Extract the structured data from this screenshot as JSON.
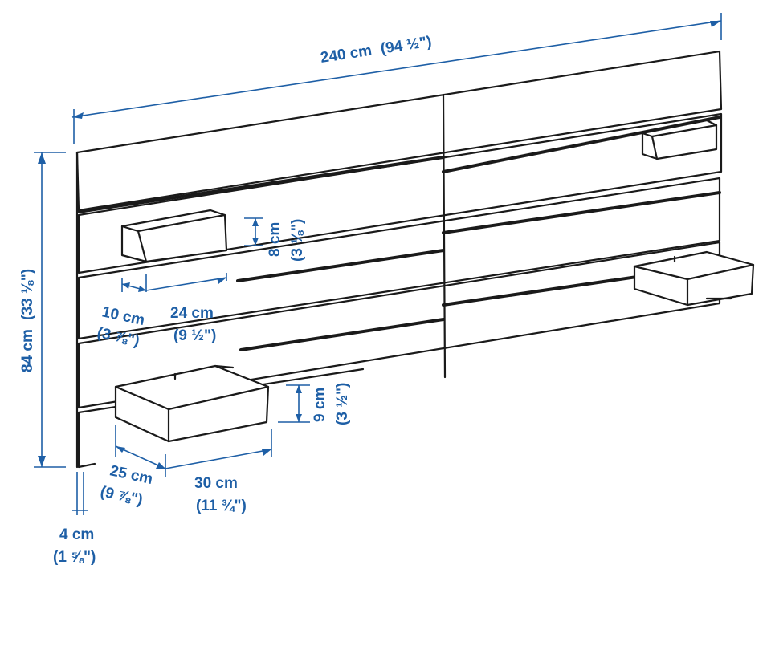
{
  "dimensions": {
    "width": {
      "metric": "240 cm",
      "imperial": "(94 ½\")"
    },
    "height": {
      "metric": "84 cm",
      "imperial": "(33 ⅛\")"
    },
    "small_depth": {
      "metric": "10 cm",
      "imperial": "(3 ⅞\")"
    },
    "small_width": {
      "metric": "24 cm",
      "imperial": "(9 ½\")"
    },
    "small_height": {
      "metric": "8 cm",
      "imperial": "(3 ⅛\")"
    },
    "large_depth": {
      "metric": "25 cm",
      "imperial": "(9 ⅞\")"
    },
    "large_width": {
      "metric": "30 cm",
      "imperial": "(11 ¾\")"
    },
    "large_height": {
      "metric": "9 cm",
      "imperial": "(3 ½\")"
    },
    "panel_thickness": {
      "metric": "4 cm",
      "imperial": "(1 ⅝\")"
    }
  },
  "colors": {
    "dimension": "#1e5fa6",
    "outline": "#1a1a1a"
  }
}
